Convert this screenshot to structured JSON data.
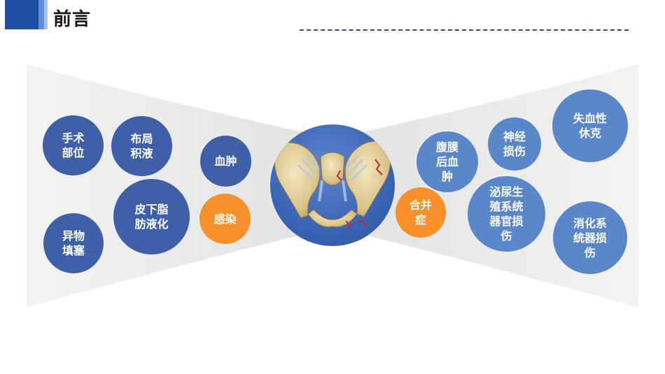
{
  "page": {
    "title": "前言"
  },
  "bubbles": {
    "b1": "手术\n部位",
    "b2": "布局\n积液",
    "b3": "血肿",
    "b4": "皮下脂\n肪液化",
    "b5": "感染",
    "b6": "异物\n填塞",
    "b7": "腹膜\n后血\n肿",
    "b8": "神经\n损伤",
    "b9": "失血性\n休克",
    "b10": "合并\n症",
    "b11": "泌尿生\n殖系统\n器官损\n伤",
    "b12": "消化系\n统器损\n伤"
  },
  "colors": {
    "dark_blue": "#3f5fa8",
    "mid_blue": "#5a87c9",
    "orange": "#f7902b",
    "header_blue": "#1f4fa0"
  },
  "center_image": {
    "icon": "pelvis-fracture-illustration"
  }
}
